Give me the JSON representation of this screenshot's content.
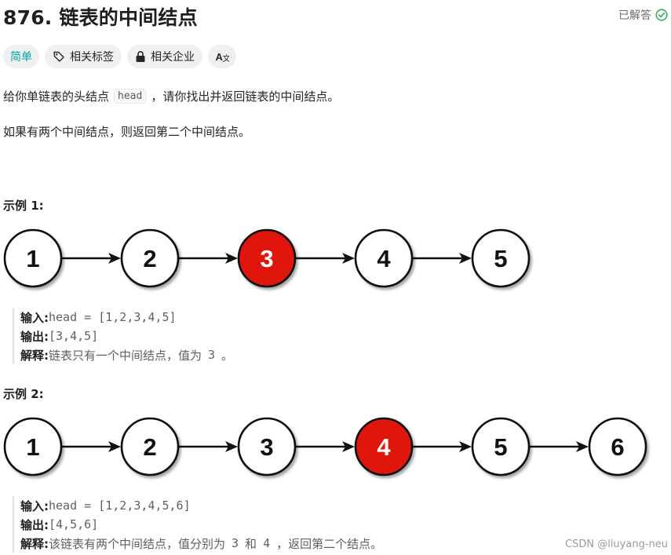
{
  "problem": {
    "title": "876. 链表的中间结点",
    "status": "已解答"
  },
  "tags": {
    "difficulty": "简单",
    "related_topics": "相关标签",
    "related_companies": "相关企业",
    "translate_icon": "Aa"
  },
  "description": {
    "p1_before": "给你单链表的头结点",
    "p1_code": "head",
    "p1_after": "，请你找出并返回链表的中间结点。",
    "p2": "如果有两个中间结点，则返回第二个中间结点。"
  },
  "examples": [
    {
      "title": "示例 1:",
      "nodes": [
        "1",
        "2",
        "3",
        "4",
        "5"
      ],
      "highlight_index": 2,
      "input_label": "输入:",
      "input_value": "head = [1,2,3,4,5]",
      "output_label": "输出:",
      "output_value": "[3,4,5]",
      "explain_label": "解释:",
      "explain_before": "链表只有一个中间结点，值为",
      "explain_v1": "3",
      "explain_mid": "",
      "explain_v2": "",
      "explain_after": "。"
    },
    {
      "title": "示例 2:",
      "nodes": [
        "1",
        "2",
        "3",
        "4",
        "5",
        "6"
      ],
      "highlight_index": 3,
      "input_label": "输入:",
      "input_value": "head = [1,2,3,4,5,6]",
      "output_label": "输出:",
      "output_value": "[4,5,6]",
      "explain_label": "解释:",
      "explain_before": "该链表有两个中间结点，值分别为",
      "explain_v1": "3",
      "explain_mid": "和",
      "explain_v2": "4",
      "explain_after": "，返回第二个结点。"
    }
  ],
  "watermark": "CSDN @liuyang-neu",
  "colors": {
    "highlight_fill": "#e01508",
    "node_fill": "#ffffff",
    "node_stroke": "#111111",
    "easy": "#00a6a6",
    "solved_check": "#2db55d"
  }
}
